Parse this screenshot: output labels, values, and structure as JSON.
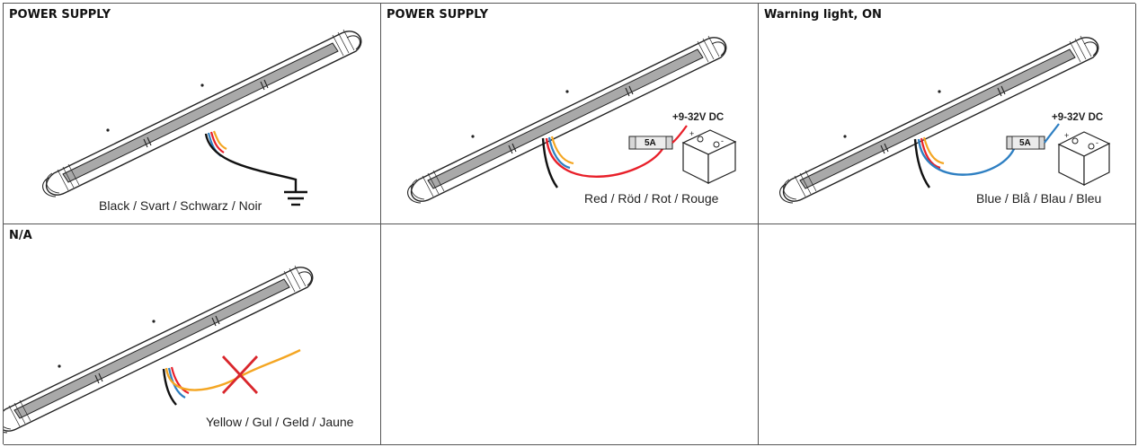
{
  "cells": [
    {
      "title": "POWER SUPPLY",
      "wire_label": "Black / Svart / Schwarz / Noir",
      "wire_color": "#111111"
    },
    {
      "title": "POWER SUPPLY",
      "wire_label": "Red / Röd / Rot / Rouge",
      "wire_color": "#e8202a",
      "voltage": "+9-32V DC",
      "fuse": "5A"
    },
    {
      "title": "Warning light, ON",
      "wire_label": "Blue / Blå / Blau / Bleu",
      "wire_color": "#2e7fc2",
      "voltage": "+9-32V DC",
      "fuse": "5A"
    },
    {
      "title": "N/A",
      "wire_label": "Yellow / Gul / Geld / Jaune",
      "wire_color": "#f4a623"
    }
  ],
  "colors": {
    "cable_black": "#111111",
    "cable_orange": "#f4a623",
    "cable_red": "#e8202a",
    "cable_blue": "#2e7fc2",
    "cross": "#d9262c"
  }
}
